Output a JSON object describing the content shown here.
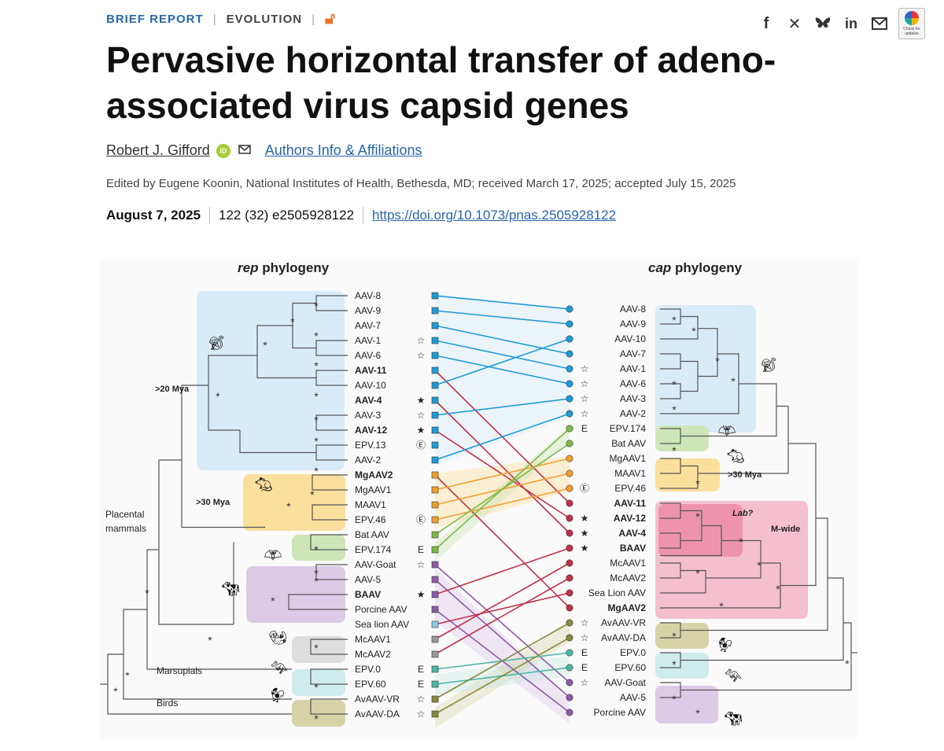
{
  "header": {
    "article_type": "BRIEF REPORT",
    "section": "EVOLUTION",
    "open_access_icon": "open-access-icon",
    "share_icons": [
      "facebook-icon",
      "x-icon",
      "bluesky-icon",
      "linkedin-icon",
      "email-icon"
    ],
    "check_updates_label": "Check for updates"
  },
  "article": {
    "title": "Pervasive horizontal transfer of adeno-associated virus capsid genes",
    "author": "Robert J. Gifford",
    "orcid_label": "iD",
    "affiliations_link": "Authors Info & Affiliations",
    "edited_line": "Edited by Eugene Koonin, National Institutes of Health, Bethesda, MD; received March 17, 2025; accepted July 15, 2025",
    "date": "August 7, 2025",
    "citation": "122 (32) e2505928122",
    "doi": "https://doi.org/10.1073/pnas.2505928122"
  },
  "figure": {
    "rep_title_italic": "rep",
    "rep_title_rest": " phylogeny",
    "cap_title_italic": "cap",
    "cap_title_rest": " phylogeny",
    "left_labels": {
      "mya20": ">20 Mya",
      "mya30": ">30 Mya",
      "placental_1": "Placental",
      "placental_2": "mammals",
      "marsupials": "Marsupials",
      "birds": "Birds"
    },
    "right_labels": {
      "mya30": ">30 Mya",
      "lab": "Lab?",
      "mwide": "M-wide"
    },
    "rep_taxa": [
      {
        "name": "AAV-8",
        "bold": false,
        "mark": ""
      },
      {
        "name": "AAV-9",
        "bold": false,
        "mark": ""
      },
      {
        "name": "AAV-7",
        "bold": false,
        "mark": ""
      },
      {
        "name": "AAV-1",
        "bold": false,
        "mark": "☆"
      },
      {
        "name": "AAV-6",
        "bold": false,
        "mark": "☆"
      },
      {
        "name": "AAV-11",
        "bold": true,
        "mark": ""
      },
      {
        "name": "AAV-10",
        "bold": false,
        "mark": ""
      },
      {
        "name": "AAV-4",
        "bold": true,
        "mark": "★"
      },
      {
        "name": "AAV-3",
        "bold": false,
        "mark": "☆"
      },
      {
        "name": "AAV-12",
        "bold": true,
        "mark": "★"
      },
      {
        "name": "EPV.13",
        "bold": false,
        "mark": "Ⓔ"
      },
      {
        "name": "AAV-2",
        "bold": false,
        "mark": ""
      },
      {
        "name": "MgAAV2",
        "bold": true,
        "mark": ""
      },
      {
        "name": "MgAAV1",
        "bold": false,
        "mark": ""
      },
      {
        "name": "MAAV1",
        "bold": false,
        "mark": ""
      },
      {
        "name": "EPV.46",
        "bold": false,
        "mark": "Ⓔ"
      },
      {
        "name": "Bat AAV",
        "bold": false,
        "mark": ""
      },
      {
        "name": "EPV.174",
        "bold": false,
        "mark": "E"
      },
      {
        "name": "AAV-Goat",
        "bold": false,
        "mark": "☆"
      },
      {
        "name": "AAV-5",
        "bold": false,
        "mark": ""
      },
      {
        "name": "BAAV",
        "bold": true,
        "mark": "★"
      },
      {
        "name": "Porcine AAV",
        "bold": false,
        "mark": ""
      },
      {
        "name": "Sea lion AAV",
        "bold": false,
        "mark": ""
      },
      {
        "name": "McAAV1",
        "bold": false,
        "mark": ""
      },
      {
        "name": "McAAV2",
        "bold": false,
        "mark": ""
      },
      {
        "name": "EPV.0",
        "bold": false,
        "mark": "E"
      },
      {
        "name": "EPV.60",
        "bold": false,
        "mark": "E"
      },
      {
        "name": "AvAAV-VR",
        "bold": false,
        "mark": "☆"
      },
      {
        "name": "AvAAV-DA",
        "bold": false,
        "mark": "☆"
      }
    ],
    "cap_taxa": [
      {
        "name": "AAV-8",
        "bold": false,
        "mark": ""
      },
      {
        "name": "AAV-9",
        "bold": false,
        "mark": ""
      },
      {
        "name": "AAV-10",
        "bold": false,
        "mark": ""
      },
      {
        "name": "AAV-7",
        "bold": false,
        "mark": ""
      },
      {
        "name": "AAV-1",
        "bold": false,
        "mark": "☆"
      },
      {
        "name": "AAV-6",
        "bold": false,
        "mark": "☆"
      },
      {
        "name": "AAV-3",
        "bold": false,
        "mark": "☆"
      },
      {
        "name": "AAV-2",
        "bold": false,
        "mark": "☆"
      },
      {
        "name": "EPV.174",
        "bold": false,
        "mark": "E"
      },
      {
        "name": "Bat AAV",
        "bold": false,
        "mark": ""
      },
      {
        "name": "MgAAV1",
        "bold": false,
        "mark": ""
      },
      {
        "name": "MAAV1",
        "bold": false,
        "mark": ""
      },
      {
        "name": "EPV.46",
        "bold": false,
        "mark": "Ⓔ"
      },
      {
        "name": "AAV-11",
        "bold": true,
        "mark": ""
      },
      {
        "name": "AAV-12",
        "bold": true,
        "mark": "★"
      },
      {
        "name": "AAV-4",
        "bold": true,
        "mark": "★"
      },
      {
        "name": "BAAV",
        "bold": true,
        "mark": "★"
      },
      {
        "name": "McAAV1",
        "bold": false,
        "mark": ""
      },
      {
        "name": "McAAV2",
        "bold": false,
        "mark": ""
      },
      {
        "name": "Sea Lion AAV",
        "bold": false,
        "mark": ""
      },
      {
        "name": "MgAAV2",
        "bold": true,
        "mark": ""
      },
      {
        "name": "AvAAV-VR",
        "bold": false,
        "mark": "☆"
      },
      {
        "name": "AvAAV-DA",
        "bold": false,
        "mark": "☆"
      },
      {
        "name": "EPV.0",
        "bold": false,
        "mark": "E"
      },
      {
        "name": "EPV.60",
        "bold": false,
        "mark": "E"
      },
      {
        "name": "AAV-Goat",
        "bold": false,
        "mark": "☆"
      },
      {
        "name": "AAV-5",
        "bold": false,
        "mark": ""
      },
      {
        "name": "Porcine AAV",
        "bold": false,
        "mark": ""
      }
    ],
    "colors": {
      "primate": "#1e9bd7",
      "rodent": "#f0a030",
      "bat": "#7dbb46",
      "ungulate": "#8e5ba8",
      "red": "#c0314a",
      "avian": "#8a8a3c",
      "marsupial": "#4ab8a4",
      "grey": "#999999",
      "sealion": "#8cc8e8"
    }
  }
}
